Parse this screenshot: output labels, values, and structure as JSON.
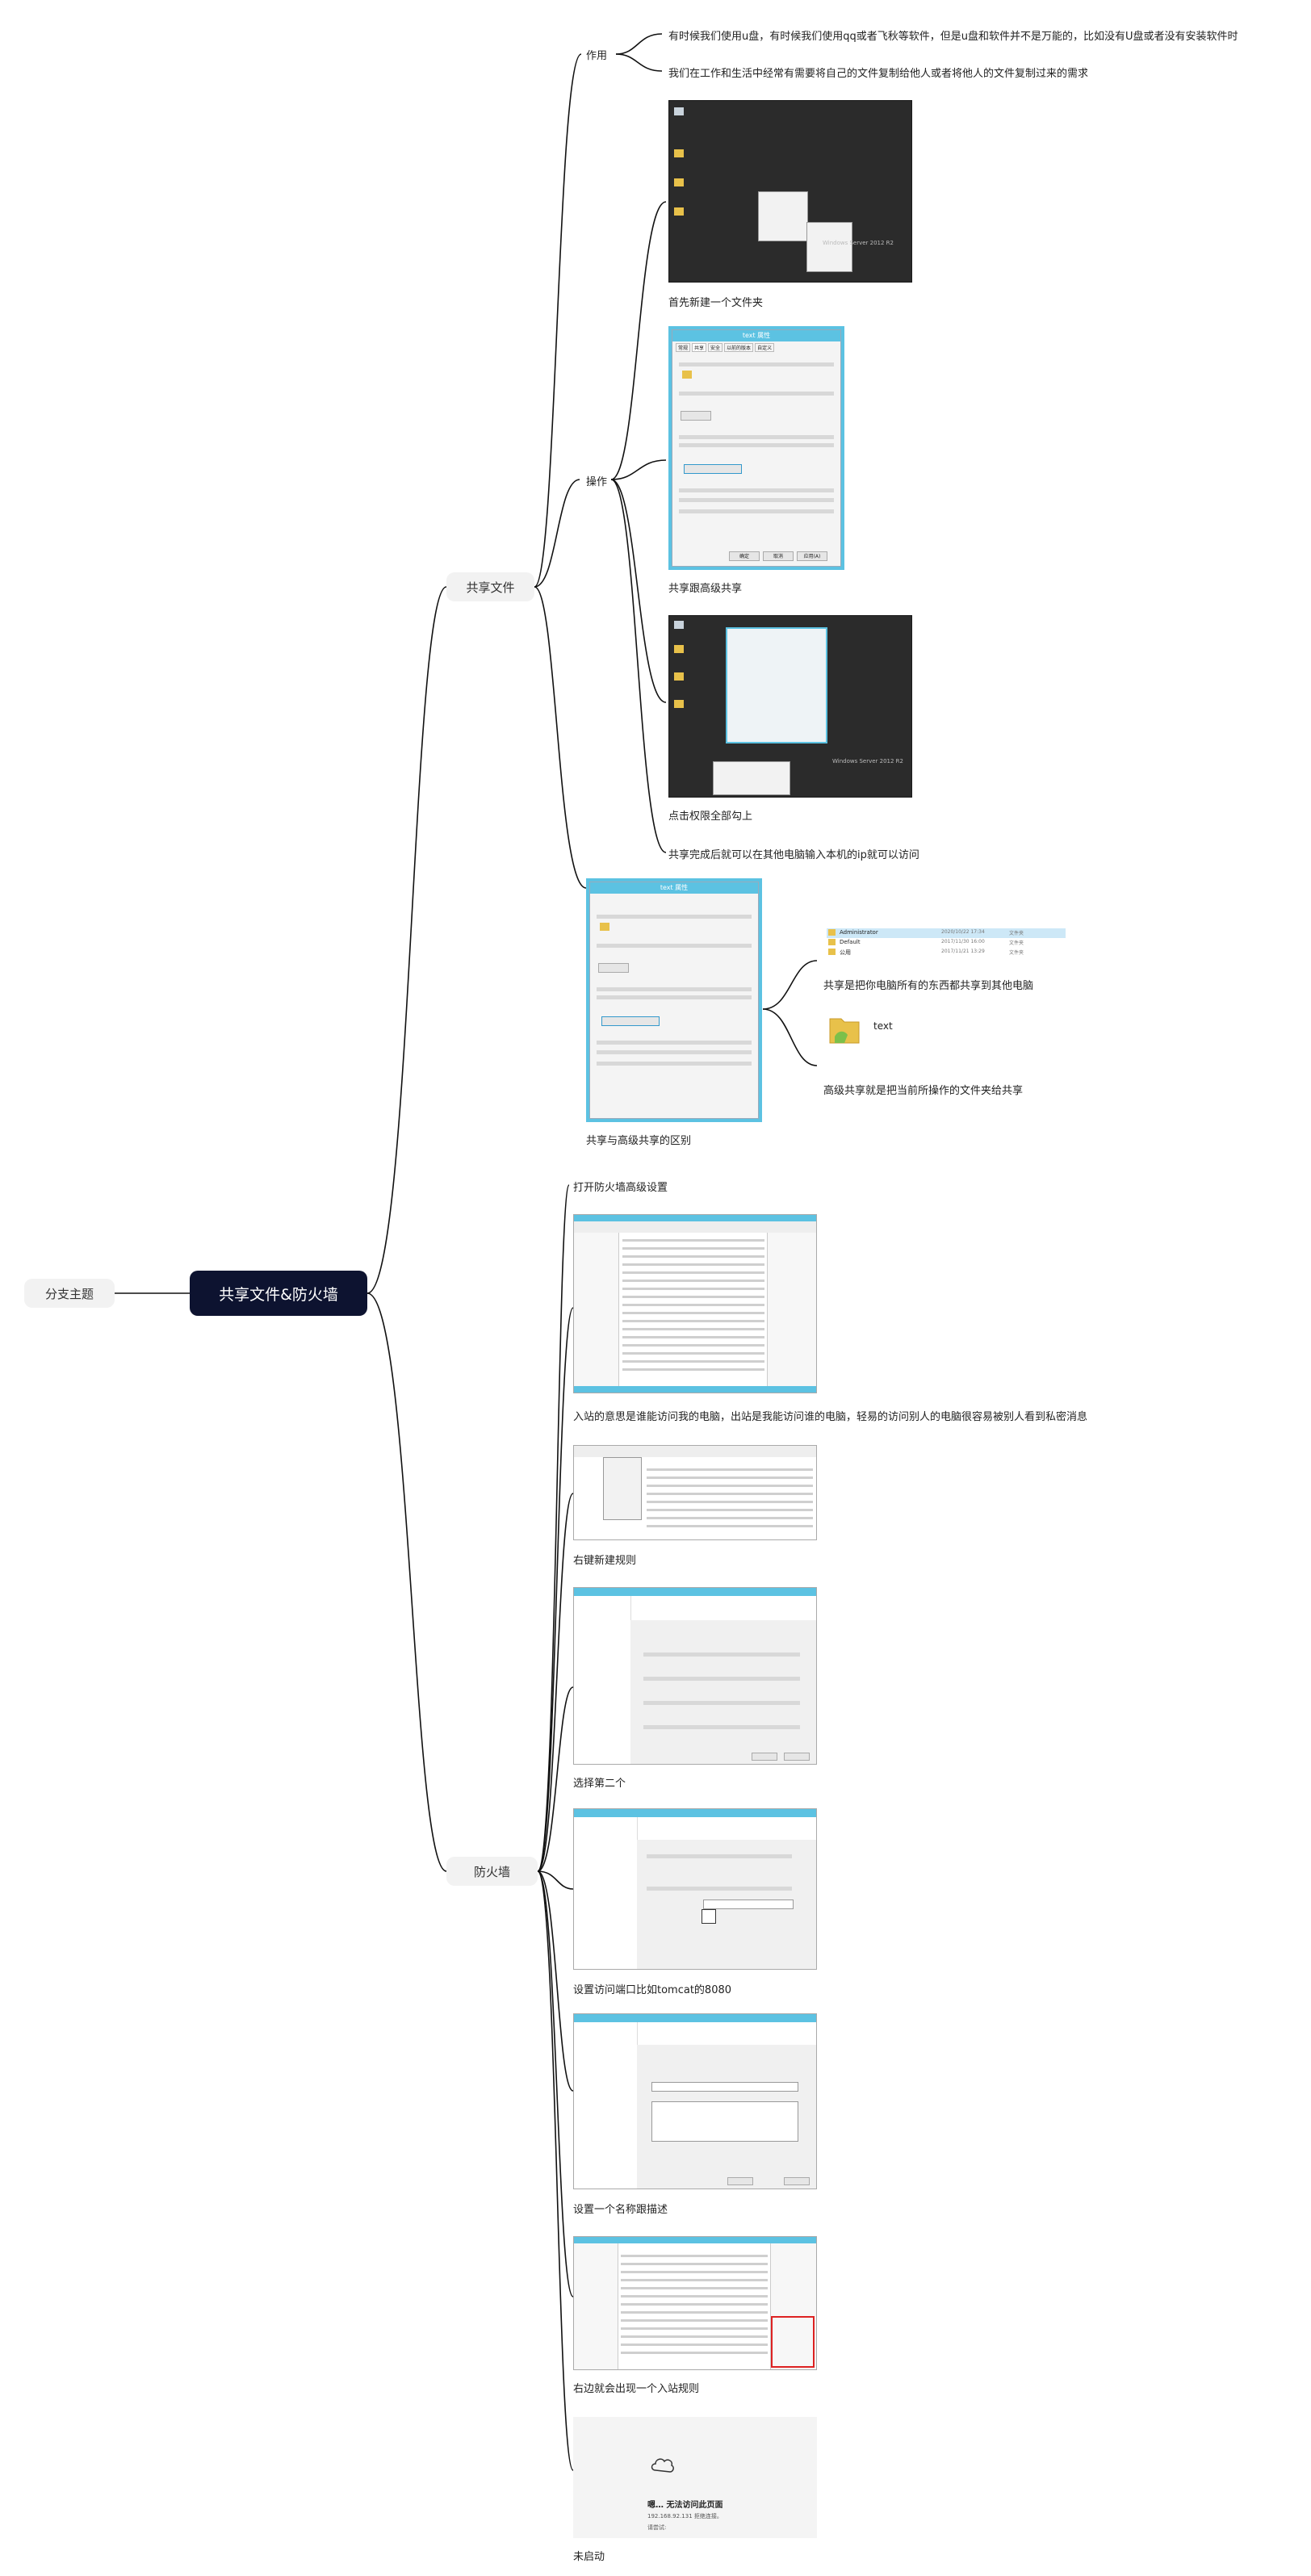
{
  "root": {
    "label": "共享文件&防火墙"
  },
  "side_topic": {
    "label": "分支主题"
  },
  "branches": {
    "share": {
      "label": "共享文件"
    },
    "firewall": {
      "label": "防火墙"
    }
  },
  "share": {
    "purpose_label": "作用",
    "purpose_items": [
      "有时候我们使用u盘，有时候我们使用qq或者飞秋等软件，但是u盘和软件并不是万能的，比如没有U盘或者没有安装软件时",
      "我们在工作和生活中经常有需要将自己的文件复制给他人或者将他人的文件复制过来的需求"
    ],
    "ops_label": "操作",
    "ops_captions": [
      "首先新建一个文件夹",
      "共享跟高级共享",
      "点击权限全部勾上",
      "共享完成后就可以在其他电脑输入本机的ip就可以访问"
    ],
    "diff_caption": "共享与高级共享的区别",
    "diff_items": [
      "共享是把你电脑所有的东西都共享到其他电脑",
      "高级共享就是把当前所操作的文件夹给共享"
    ],
    "folder_text": "text",
    "file_list": [
      {
        "name": "Administrator",
        "date": "2020/10/22 17:34",
        "type": "文件夹"
      },
      {
        "name": "Default",
        "date": "2017/11/30 16:00",
        "type": "文件夹"
      },
      {
        "name": "公用",
        "date": "2017/11/21 13:29",
        "type": "文件夹"
      }
    ],
    "dialog_title": "text 属性",
    "dialog_tabs": [
      "常规",
      "共享",
      "安全",
      "以前的版本",
      "自定义"
    ],
    "dialog_buttons": [
      "确定",
      "取消",
      "应用(A)"
    ],
    "desktop_watermark": "Windows Server 2012 R2"
  },
  "firewall": {
    "captions": [
      "打开防火墙高级设置",
      "入站的意思是谁能访问我的电脑，出站是我能访问谁的电脑，轻易的访问别人的电脑很容易被别人看到私密消息",
      "右键新建规则",
      "选择第二个",
      "设置访问端口比如tomcat的8080",
      "设置一个名称跟描述",
      "右边就会出现一个入站规则",
      "未启动"
    ],
    "error_title": "嗯… 无法访问此页面",
    "error_sub": "192.168.92.131 拒绝连接。",
    "error_hint": "请尝试:"
  }
}
